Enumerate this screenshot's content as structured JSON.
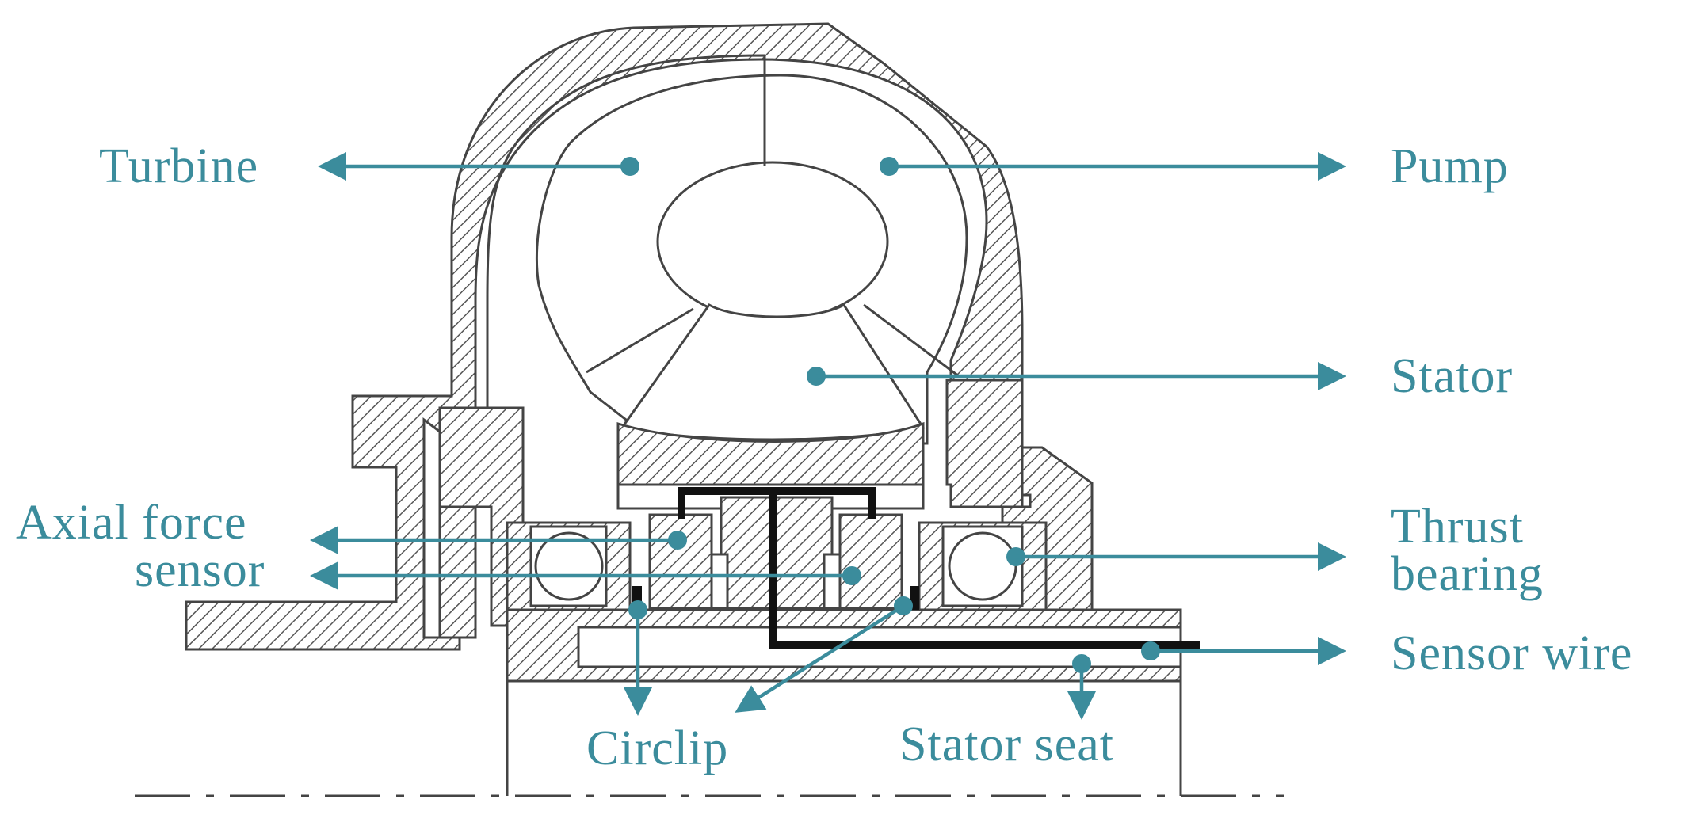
{
  "colors": {
    "annotation": "#3b8c9c",
    "drawing": "#444444",
    "wire": "#111111"
  },
  "labels": {
    "turbine": "Turbine",
    "pump": "Pump",
    "stator": "Stator",
    "axial_force_line1": "Axial force",
    "axial_force_line2": "sensor",
    "thrust_bearing_line1": "Thrust",
    "thrust_bearing_line2": "bearing",
    "sensor_wire": "Sensor wire",
    "circlip": "Circlip",
    "stator_seat": "Stator seat"
  }
}
